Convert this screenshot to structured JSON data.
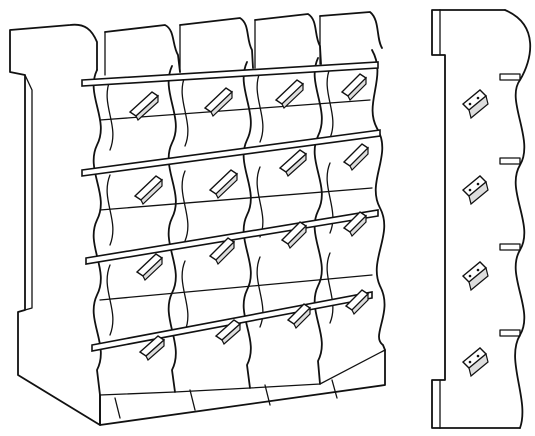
{
  "figure": {
    "views": [
      "rack-perspective",
      "side-panel-elevation"
    ],
    "rack": {
      "columns": 4,
      "rows": 4
    },
    "side_panel": {
      "clips": 4
    },
    "colors": {
      "ink": "#111111",
      "paper": "#ffffff",
      "shade": "#dddddd"
    }
  }
}
